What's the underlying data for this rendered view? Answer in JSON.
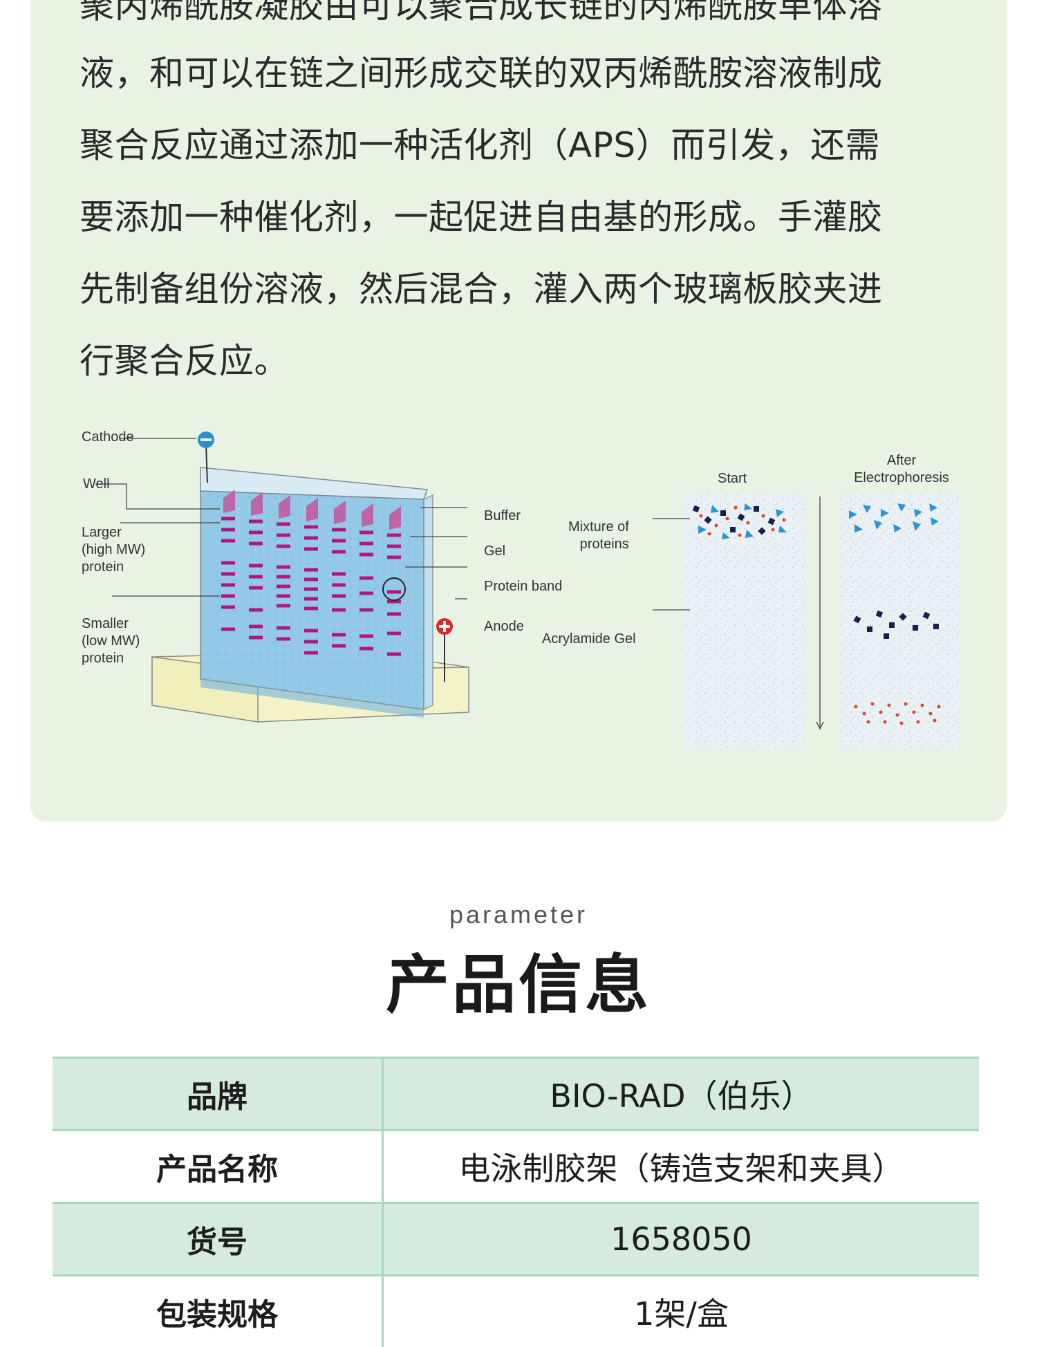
{
  "intro": {
    "lines": [
      "聚丙烯酰胺凝胶由可以聚合成长链的丙烯酰胺单体溶",
      "液，和可以在链之间形成交联的双丙烯酰胺溶液制成",
      "聚合反应通过添加一种活化剂（APS）而引发，还需",
      "要添加一种催化剂，一起促进自由基的形成。手灌胶",
      "先制备组份溶液，然后混合，灌入两个玻璃板胶夹进",
      "行聚合反应。"
    ]
  },
  "diagram": {
    "labels": {
      "cathode": "Cathode",
      "well": "Well",
      "larger": "Larger\n(high MW)\nprotein",
      "smaller": "Smaller\n(low MW)\nprotein",
      "buffer": "Buffer",
      "gel": "Gel",
      "protein_band": "Protein band",
      "anode": "Anode",
      "start": "Start",
      "after": "After\nElectrophoresis",
      "mixture": "Mixture of\nproteins",
      "acrylamide": "Acrylamide Gel"
    },
    "colors": {
      "gel_blue": "#8cc6e6",
      "band": "#b0177e",
      "triangle": "#2e93d3",
      "square": "#12224a",
      "dot": "#e0452a",
      "anode": "#e2232a",
      "cathode": "#2b8fd6"
    }
  },
  "section": {
    "subtitle": "parameter",
    "title": "产品信息"
  },
  "table": {
    "rows": [
      {
        "key": "品牌",
        "value": "BIO-RAD（伯乐）"
      },
      {
        "key": "产品名称",
        "value": "电泳制胶架（铸造支架和夹具）"
      },
      {
        "key": "货号",
        "value": "1658050"
      },
      {
        "key": "包装规格",
        "value": "1架/盒"
      }
    ]
  }
}
